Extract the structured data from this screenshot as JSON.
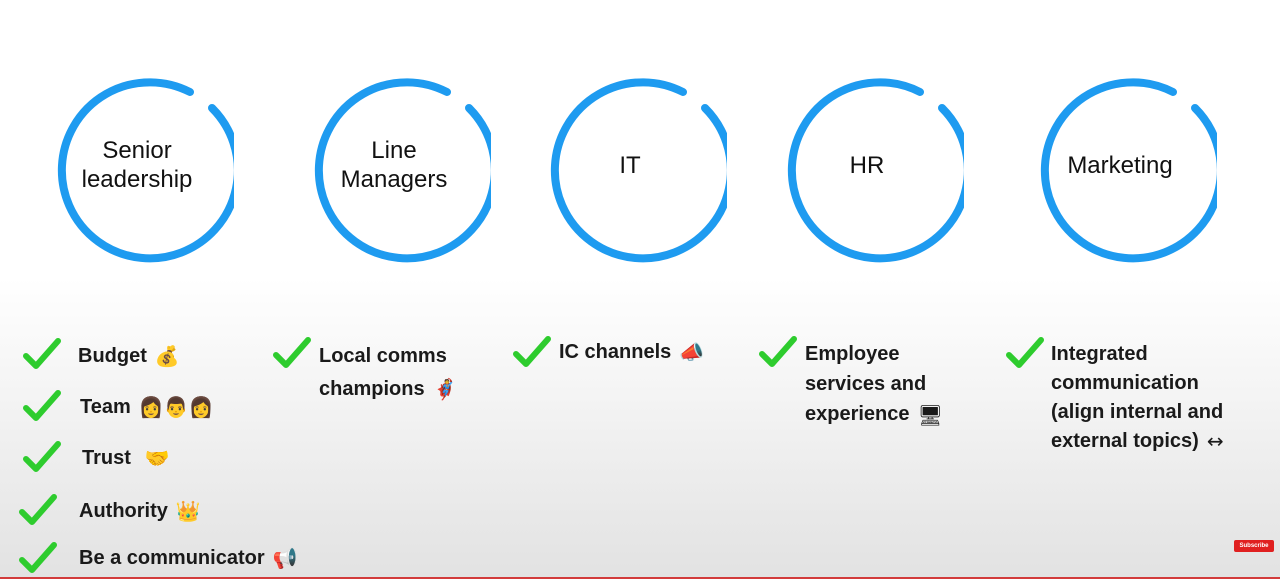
{
  "colors": {
    "circle": "#1e9bf0",
    "check": "#2ecc2e",
    "text": "#111111"
  },
  "circles": [
    {
      "label": "Senior\nleadership"
    },
    {
      "label": "Line\nManagers"
    },
    {
      "label": "IT"
    },
    {
      "label": "HR"
    },
    {
      "label": "Marketing"
    }
  ],
  "senior_items": [
    {
      "text": "Budget",
      "icon": "money-bag-icon",
      "glyph": "💰"
    },
    {
      "text": "Team",
      "icon": "people-icon",
      "glyph": "👩👨👩"
    },
    {
      "text": "Trust",
      "icon": "handshake-icon",
      "glyph": "🤝"
    },
    {
      "text": "Authority",
      "icon": "crown-icon",
      "glyph": "👑"
    },
    {
      "text": "Be a communicator",
      "icon": "loudspeaker-icon",
      "glyph": "📢"
    }
  ],
  "line_items": [
    {
      "text": "Local comms\nchampions",
      "icon": "superhero-icon",
      "glyph": "🦸"
    }
  ],
  "it_items": [
    {
      "text": "IC channels",
      "icon": "megaphone-icon",
      "glyph": "📣"
    }
  ],
  "hr_items": [
    {
      "text": "Employee\nservices and\nexperience",
      "icon": "desktop-computer-icon",
      "glyph": "🖥"
    }
  ],
  "marketing_items": [
    {
      "text": "Integrated\ncommunication\n(align internal and\nexternal topics)",
      "icon": "left-right-arrow-icon",
      "glyph": "↔"
    }
  ],
  "subscribe": {
    "label": "Subscribe"
  }
}
